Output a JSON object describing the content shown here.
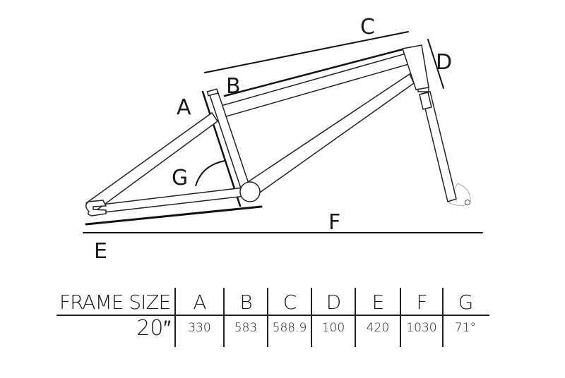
{
  "diagram": {
    "labels": {
      "A": "A",
      "B": "B",
      "C": "C",
      "D": "D",
      "E": "E",
      "F": "F",
      "G": "G"
    }
  },
  "table": {
    "header_label": "FRAME SIZE",
    "columns": [
      "A",
      "B",
      "C",
      "D",
      "E",
      "F",
      "G"
    ],
    "rows": [
      {
        "size": "20″",
        "values": [
          "330",
          "583",
          "588.9",
          "100",
          "420",
          "1030",
          "71°"
        ]
      }
    ]
  }
}
